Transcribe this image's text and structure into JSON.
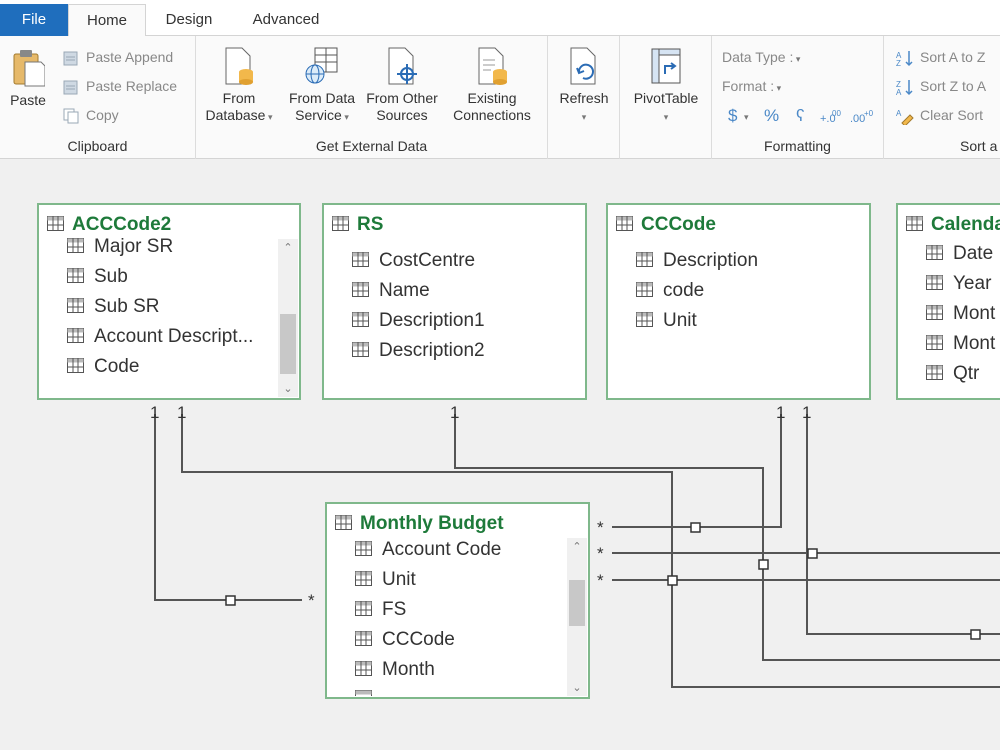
{
  "tabs": {
    "file": "File",
    "home": "Home",
    "design": "Design",
    "advanced": "Advanced"
  },
  "ribbon": {
    "clipboard": {
      "paste": "Paste",
      "paste_append": "Paste Append",
      "paste_replace": "Paste Replace",
      "copy": "Copy",
      "label": "Clipboard"
    },
    "external": {
      "from_database_1": "From",
      "from_database_2": "Database",
      "from_data_service_1": "From Data",
      "from_data_service_2": "Service",
      "from_other_1": "From Other",
      "from_other_2": "Sources",
      "existing_1": "Existing",
      "existing_2": "Connections",
      "label": "Get External Data"
    },
    "refresh": "Refresh",
    "pivottable": "PivotTable",
    "formatting": {
      "data_type": "Data Type :",
      "format": "Format :",
      "currency": "$",
      "percent": "%",
      "comma": "ʕ",
      "label": "Formatting"
    },
    "sort": {
      "sort_a_z": "Sort A to Z",
      "sort_z_a": "Sort Z to A",
      "clear_sort": "Clear Sort",
      "label": "Sort a"
    }
  },
  "tables": {
    "acccode2": {
      "title": "ACCCode2",
      "fields": [
        "Major SR",
        "Sub",
        "Sub SR",
        "Account Descript...",
        "Code"
      ]
    },
    "rs": {
      "title": "RS",
      "fields": [
        "CostCentre",
        "Name",
        "Description1",
        "Description2"
      ]
    },
    "cccode": {
      "title": "CCCode",
      "fields": [
        "Description",
        "code",
        "Unit"
      ]
    },
    "calendar": {
      "title": "Calenda",
      "fields": [
        "Date",
        "Year",
        "Mont",
        "Mont",
        "Qtr"
      ]
    },
    "monthly_budget": {
      "title": "Monthly Budget",
      "fields": [
        "Account Code",
        "Unit",
        "FS",
        "CCCode",
        "Month"
      ]
    }
  },
  "relations": {
    "one": "1",
    "many": "*"
  },
  "colors": {
    "accent": "#1f6ebd",
    "table_border": "#7fb88b",
    "table_title": "#1e7a3a"
  }
}
